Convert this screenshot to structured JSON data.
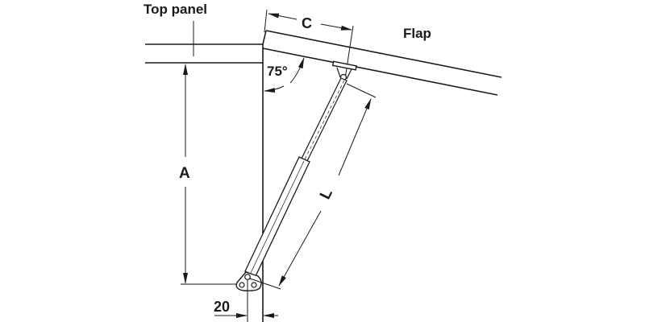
{
  "labels": {
    "top_panel": "Top panel",
    "flap": "Flap",
    "dim_a": "A",
    "dim_c": "C",
    "dim_l": "L",
    "angle": "75°",
    "offset": "20"
  },
  "colors": {
    "line": "#1a1a1a",
    "background": "#ffffff"
  }
}
